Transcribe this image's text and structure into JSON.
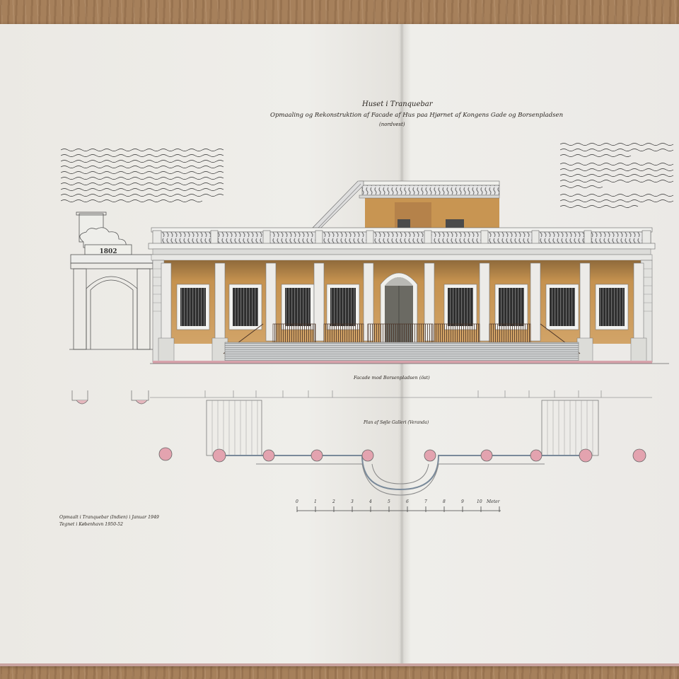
{
  "drawing": {
    "title": "Huset i Tranquebar",
    "subtitle": "Opmaaling og Rekonstruktion af Facade af Hus paa Hjørnet af Kongens Gade og Borsenpladsen",
    "subtitle_note": "(nordvest)",
    "gate_date": "1802",
    "facade_caption": "Facade mod Borsenpladsen (öst)",
    "plan_caption": "Plan af Søjle Galleri (Veranda)",
    "credits": [
      "Opmaalt i Tranquebar (Indien) i Januar 1949",
      "Tegnet i København 1950-52"
    ],
    "scale": {
      "ticks": [
        "0",
        "1",
        "2",
        "3",
        "4",
        "5",
        "6",
        "7",
        "8",
        "9",
        "10"
      ],
      "unit": "Meter"
    }
  },
  "colors": {
    "paper": "#ecebe7",
    "ochre": "#c7944f",
    "pink": "#d99aa6",
    "ink": "#3a3a3a"
  }
}
